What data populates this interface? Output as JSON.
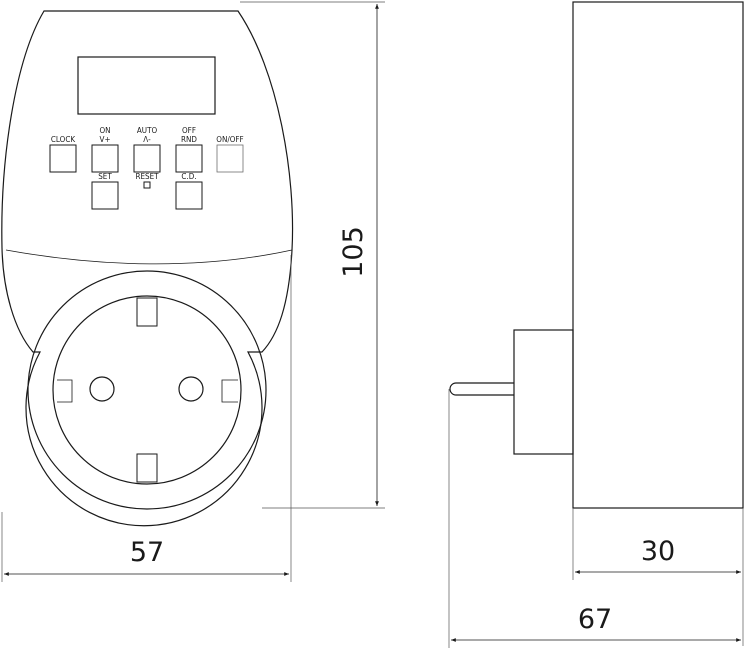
{
  "front_view": {
    "buttons": [
      {
        "id": "clock",
        "label": "CLOCK"
      },
      {
        "id": "on",
        "label_top": "ON",
        "label": "V+"
      },
      {
        "id": "auto",
        "label_top": "AUTO",
        "label": "Λ-"
      },
      {
        "id": "off",
        "label_top": "OFF",
        "label": "RND"
      },
      {
        "id": "onoff",
        "label": "ON/OFF"
      },
      {
        "id": "set",
        "label": "SET"
      },
      {
        "id": "reset",
        "label": "RESET"
      },
      {
        "id": "cd",
        "label": "C.D."
      }
    ]
  },
  "dimensions": {
    "width": "57",
    "height": "105",
    "depth_body": "30",
    "depth_total": "67"
  }
}
